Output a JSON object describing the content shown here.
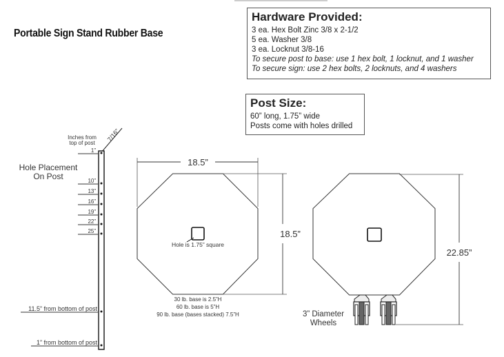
{
  "title": "Portable Sign Stand Rubber Base",
  "hardware": {
    "heading": "Hardware Provided:",
    "items": [
      "3 ea. Hex Bolt Zinc 3/8 x 2-1/2",
      "5 ea. Washer 3/8",
      "3 ea. Locknut 3/8-16"
    ],
    "notes": [
      "To secure post to base: use 1 hex bolt, 1 locknut, and 1 washer",
      "To secure sign: use 2 hex bolts, 2 locknuts, and 4 washers"
    ]
  },
  "post_size": {
    "heading": "Post Size:",
    "lines": [
      "60” long, 1.75” wide",
      "Posts come with holes drilled"
    ]
  },
  "post_diagram": {
    "heading_lines": [
      "Hole Placement",
      "On Post"
    ],
    "inches_label": [
      "Inches from",
      "top of post"
    ],
    "hole_diameter": "7/16”",
    "top_holes": [
      "1”",
      "10”",
      "13”",
      "16”",
      "19”",
      "22”",
      "25”"
    ],
    "bottom_holes": [
      "11.5” from bottom of post",
      "1” from bottom of post"
    ]
  },
  "base_diagram": {
    "width": "18.5”",
    "height": "18.5”",
    "hole_label": "Hole is 1.75” square",
    "weights": [
      "30 lb. base is 2.5”H",
      "60 lb. base is 5”H",
      "90 lb. base (bases stacked) 7.5”H"
    ]
  },
  "wheeled_diagram": {
    "height": "22.85”",
    "wheel_label": [
      "3” Diameter",
      "Wheels"
    ]
  }
}
